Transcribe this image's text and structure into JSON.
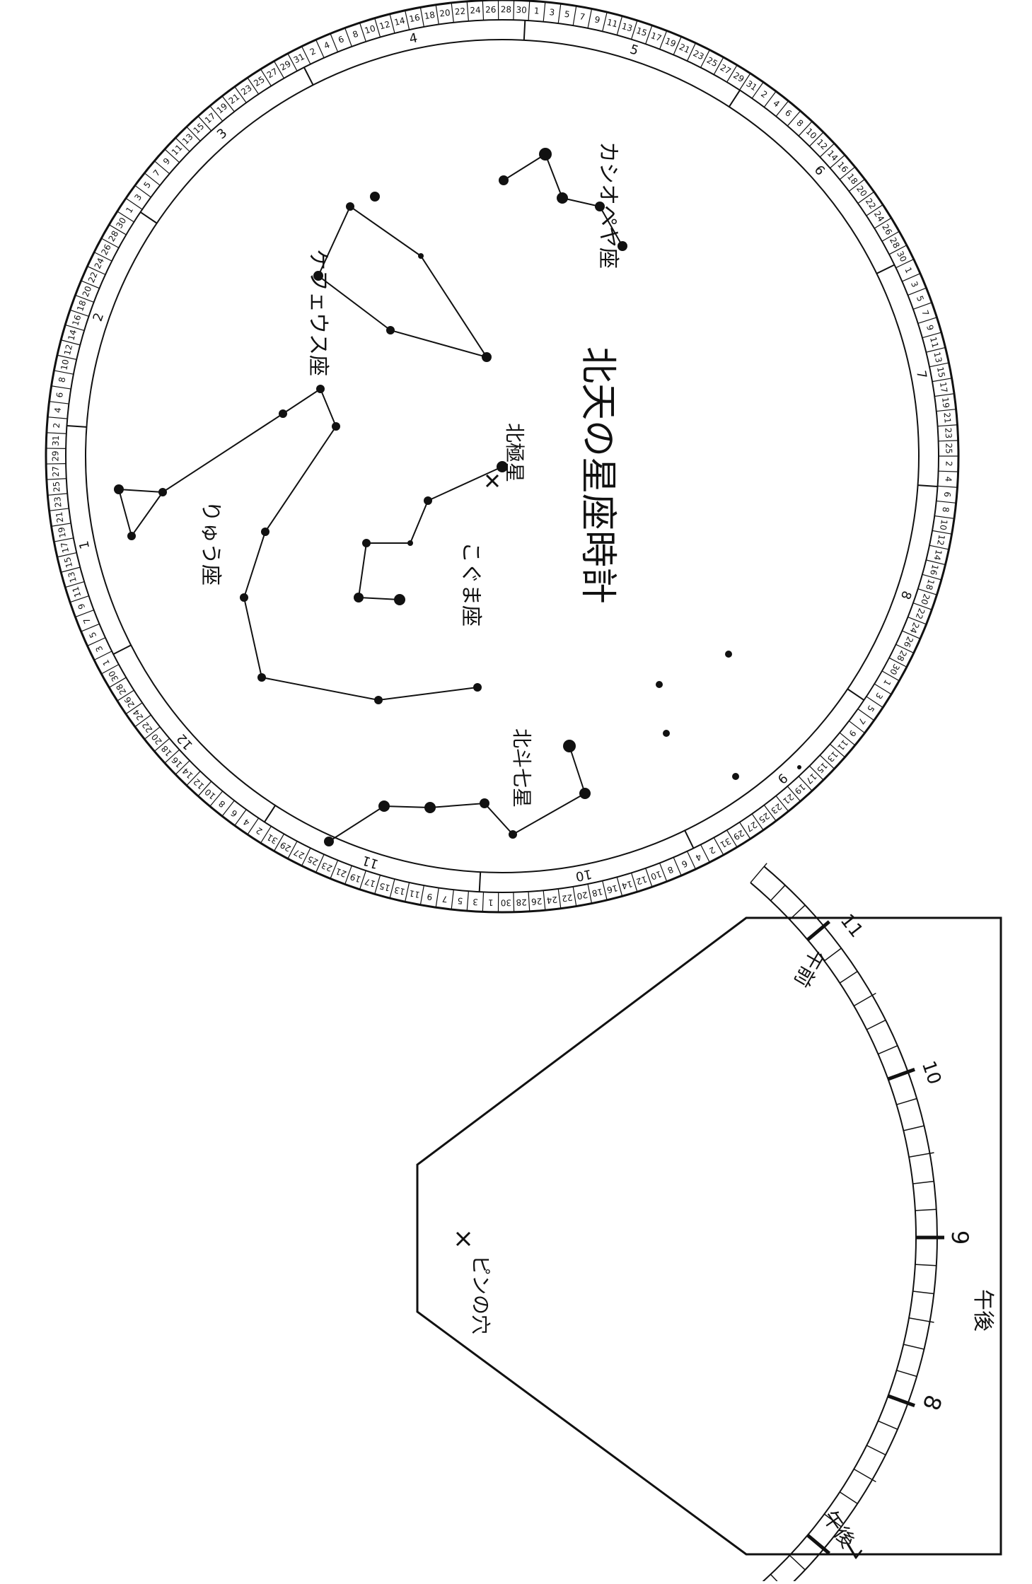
{
  "title": "北天の星座時計",
  "constellations": {
    "cassiopeia": "カシオペヤ座",
    "cepheus": "ケフェウス座",
    "draco": "りゅう座",
    "ursa_minor": "こぐま座",
    "polaris": "北極星",
    "big_dipper": "北斗七星"
  },
  "month_numbers": [
    "1",
    "2",
    "3",
    "4",
    "5",
    "6",
    "7",
    "8",
    "9",
    "10",
    "11",
    "12"
  ],
  "day_cells": [
    "2",
    "4",
    "6",
    "8",
    "10",
    "12",
    "14",
    "16",
    "18",
    "20",
    "22",
    "24",
    "26",
    "28",
    "30",
    "1",
    "3",
    "5",
    "7",
    "9",
    "11",
    "13",
    "15",
    "17",
    "19",
    "21",
    "23",
    "25",
    "27",
    "29",
    "31"
  ],
  "overlay": {
    "pin_hole": "ピンの穴",
    "pm_label": "午後",
    "am_label": "午前",
    "pm_side_label": "午後",
    "hours": [
      "7",
      "8",
      "9",
      "10",
      "11"
    ]
  },
  "colors": {
    "ink": "#111111",
    "paper": "#ffffff"
  }
}
